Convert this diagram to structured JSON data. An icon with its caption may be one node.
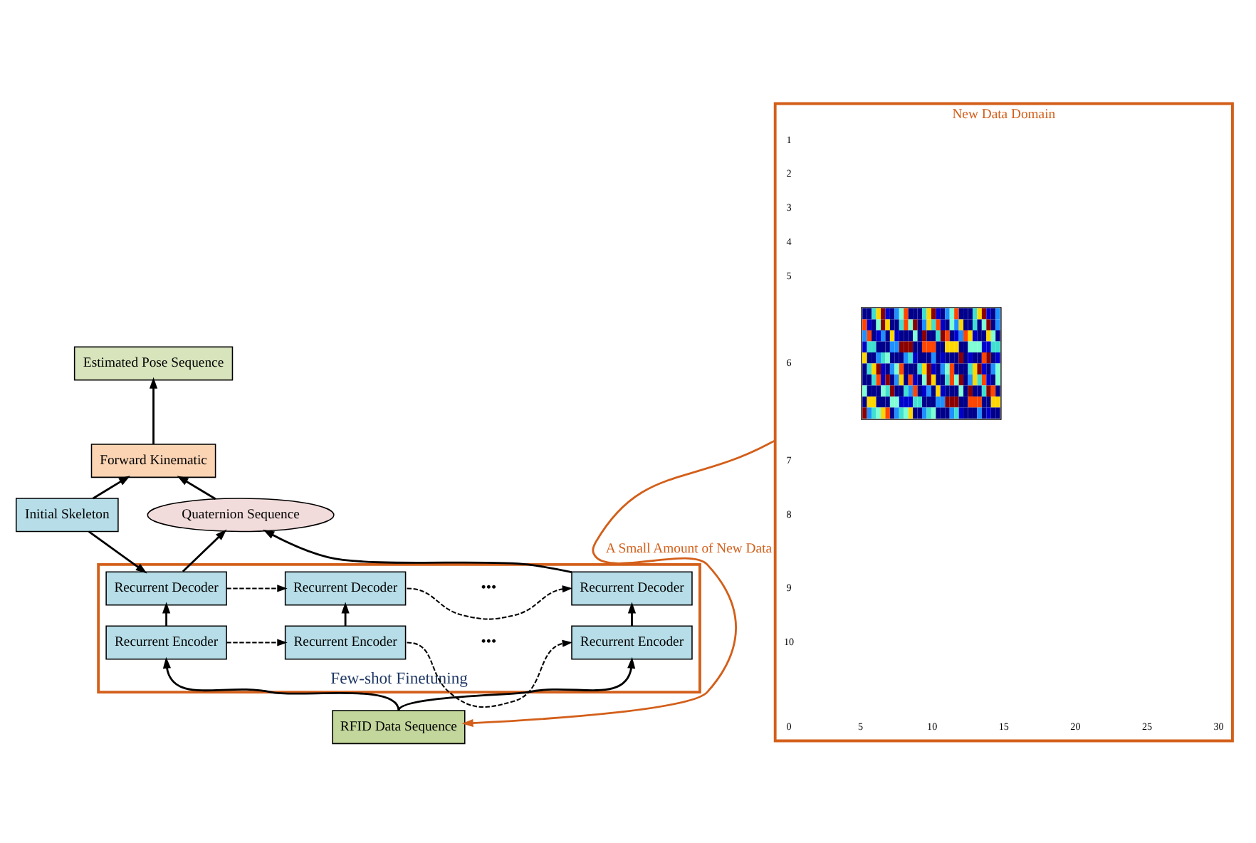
{
  "diagram": {
    "nodes": [
      {
        "text": [
          "Estimated Pose Sequence"
        ]
      },
      {
        "text": [
          "Forward Kinematic"
        ]
      },
      {
        "text": [
          "Initial Skeleton"
        ]
      },
      {
        "text": [
          "Quaternion Sequence"
        ]
      },
      {
        "text": [
          "Few-shot Finetuning"
        ]
      },
      {
        "text": [
          "Recurrent Decoder"
        ],
        "in": 4
      },
      {
        "text": [
          "Recurrent Decoder"
        ],
        "in": 4
      },
      {
        "text": [
          "Recurrent Decoder"
        ],
        "in": 4
      },
      {
        "text": [
          "Recurrent Encoder"
        ],
        "in": 4
      },
      {
        "text": [
          "Recurrent Encoder"
        ],
        "in": 4
      },
      {
        "text": [
          "Recurrent Encoder"
        ],
        "in": 4
      },
      {
        "text": [
          "RFID Data Sequence"
        ]
      },
      {
        "text": [
          "New Data Domain"
        ]
      },
      {
        "text": [],
        "shape": "picture",
        "in": 12
      }
    ],
    "edges": [
      {
        "from": 1,
        "to": 0,
        "arrow": "to"
      },
      {
        "from": 2,
        "to": 1,
        "arrow": "to"
      },
      {
        "from": 3,
        "to": 1,
        "arrow": "to"
      },
      {
        "from": 2,
        "to": 5,
        "arrow": "to"
      },
      {
        "from": 5,
        "to": 3,
        "arrow": "to"
      },
      {
        "from": 7,
        "to": 3,
        "arrow": "to"
      },
      {
        "from": 5,
        "to": 6,
        "arrow": "to",
        "style": "dashed"
      },
      {
        "from": 6,
        "to": 7,
        "arrow": "to",
        "style": "dashed"
      },
      {
        "from": 8,
        "to": 5,
        "arrow": "to"
      },
      {
        "from": 9,
        "to": 6,
        "arrow": "to"
      },
      {
        "from": 10,
        "to": 7,
        "arrow": "to"
      },
      {
        "from": 8,
        "to": 9,
        "arrow": "to",
        "style": "dashed"
      },
      {
        "from": 9,
        "to": 10,
        "arrow": "to",
        "style": "dashed"
      },
      {
        "from": 11,
        "to": 8,
        "arrow": "to"
      },
      {
        "from": 11,
        "to": 10,
        "arrow": "to"
      },
      {
        "from": 12,
        "to": 11,
        "arrow": "to",
        "label": "A Small Amount of New Data",
        "color": "#d35f1a"
      }
    ],
    "labels": [
      "•••",
      "•••",
      "1",
      "2",
      "3",
      "4",
      "5",
      "6",
      "7",
      "8",
      "9",
      "10",
      "0",
      "5",
      "10",
      "15",
      "20",
      "25",
      "30"
    ]
  }
}
